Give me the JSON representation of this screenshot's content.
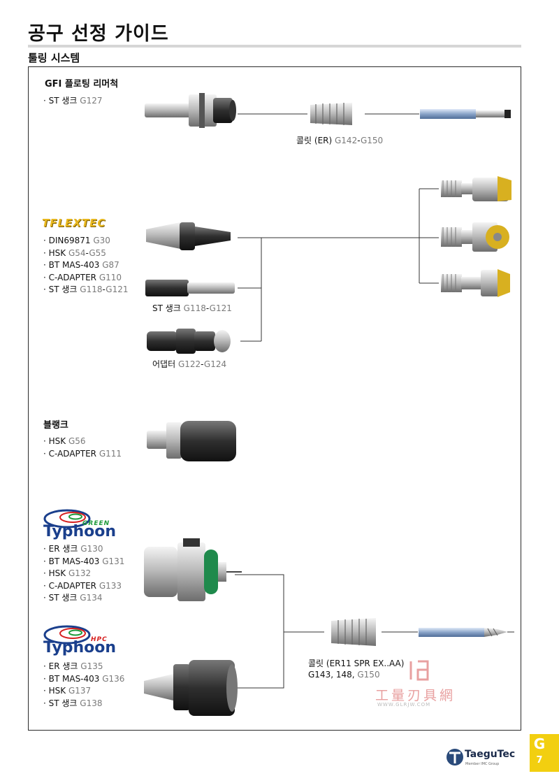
{
  "page": {
    "title": "공구 선정 가이드",
    "subtitle": "툴링 시스템",
    "tab_letter": "G",
    "tab_number": "7",
    "brand": "TaeguTec",
    "brand_sub": "Member IMC Group",
    "watermark_cn": "工量刃具網",
    "watermark_url": "WWW.GLRJW.COM"
  },
  "colors": {
    "accent_yellow": "#f2cf10",
    "gray_ref": "#7a7a7a",
    "frame": "#2a2a2a"
  },
  "sections": {
    "gfi": {
      "title": "GFI 플로팅 리머척",
      "items": [
        {
          "label": "· ST 생크 ",
          "ref": "G127"
        }
      ],
      "collet_caption": {
        "label": "콜릿 (ER) ",
        "ref_a": "G142",
        "sep": "-",
        "ref_b": "G150"
      }
    },
    "flextec": {
      "logo_text": "TFLEXTEC",
      "items": [
        {
          "label": "· DIN69871 ",
          "ref": "G30"
        },
        {
          "label": "· HSK ",
          "ref": "G54",
          "sep": "-",
          "ref_b": "G55"
        },
        {
          "label": "· BT MAS-403 ",
          "ref": "G87"
        },
        {
          "label": "· C-ADAPTER ",
          "ref": "G110"
        },
        {
          "label": "· ST 생크 ",
          "ref": "G118",
          "sep": "-",
          "ref_b": "G121"
        }
      ],
      "st_caption": {
        "label": "ST 생크 ",
        "ref_a": "G118",
        "sep": "-",
        "ref_b": "G121"
      },
      "adapter_caption": {
        "label": "어댑터 ",
        "ref_a": "G122",
        "sep": "-",
        "ref_b": "G124"
      }
    },
    "blank": {
      "title": "블랭크",
      "items": [
        {
          "label": "· HSK ",
          "ref": "G56"
        },
        {
          "label": "· C-ADAPTER ",
          "ref": "G111"
        }
      ]
    },
    "typhoon_green": {
      "logo_word": "Typhoon",
      "logo_tag": "GREEN",
      "items": [
        {
          "label": "· ER 생크 ",
          "ref": "G130"
        },
        {
          "label": "· BT MAS-403 ",
          "ref": "G131"
        },
        {
          "label": "· HSK ",
          "ref": "G132"
        },
        {
          "label": "· C-ADAPTER ",
          "ref": "G133"
        },
        {
          "label": "· ST 생크 ",
          "ref": "G134"
        }
      ]
    },
    "typhoon_hpc": {
      "logo_word": "Typhoon",
      "logo_tag": "HPC",
      "items": [
        {
          "label": "· ER 생크 ",
          "ref": "G135"
        },
        {
          "label": "· BT MAS-403 ",
          "ref": "G136"
        },
        {
          "label": "· HSK ",
          "ref": "G137"
        },
        {
          "label": "· ST 생크 ",
          "ref": "G138"
        }
      ],
      "collet_caption_line1": "콜릿 (ER11 SPR EX..AA)",
      "collet_caption_line2": {
        "a": "G143, 148, ",
        "b": "G150"
      }
    }
  }
}
